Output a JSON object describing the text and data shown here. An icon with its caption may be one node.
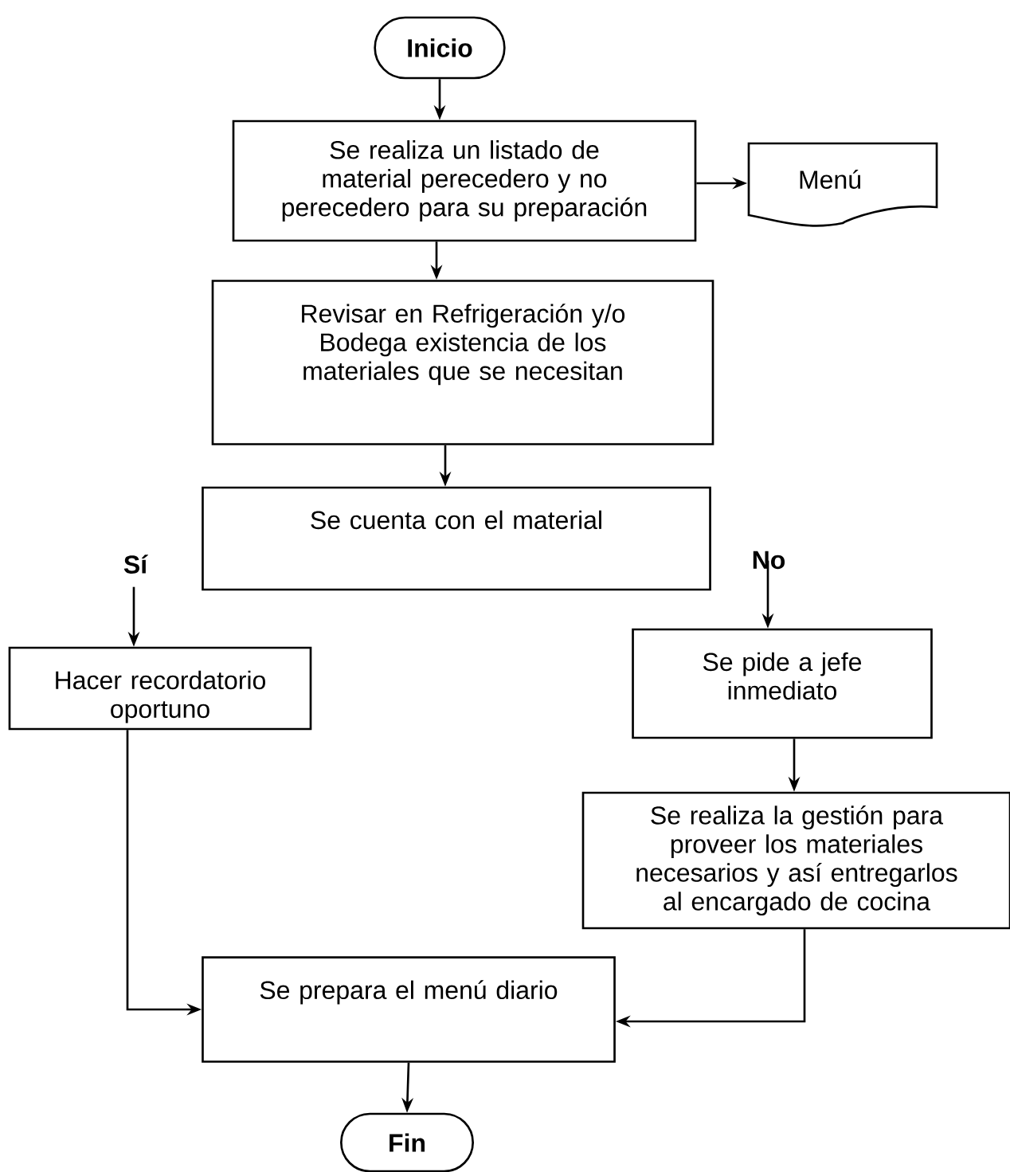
{
  "diagram": {
    "nodes": [
      {
        "text": [
          "Inicio"
        ]
      },
      {
        "text": [
          "Se realiza un listado de material perecedero y no perecedero para su preparación"
        ]
      },
      {
        "text": [
          "Menú"
        ]
      },
      {
        "text": [
          "Revisar en Refrigeración y/o Bodega existencia de los materiales que se necesitan"
        ]
      },
      {
        "text": [
          "Se cuenta con el material"
        ]
      },
      {
        "text": [
          "Hacer recordatorio oportuno"
        ]
      },
      {
        "text": [
          "Se pide a jefe inmediato"
        ]
      },
      {
        "text": [
          "Se realiza la gestión para proveer los materiales necesarios y así entregarlos al encargado de cocina"
        ]
      },
      {
        "text": [
          "Se prepara el menú diario"
        ]
      },
      {
        "text": [
          "Fin"
        ]
      }
    ],
    "edges": [
      {
        "from": 0,
        "to": 1,
        "arrow": "to"
      },
      {
        "from": 1,
        "to": 2,
        "arrow": "to"
      },
      {
        "from": 1,
        "to": 3,
        "arrow": "to"
      },
      {
        "from": 3,
        "to": 4,
        "arrow": "to"
      },
      {
        "from": null,
        "to": 5,
        "arrow": "to",
        "label": "Sí"
      },
      {
        "from": null,
        "to": 6,
        "arrow": "to",
        "label": "No"
      },
      {
        "from": 6,
        "to": 7,
        "arrow": "to"
      },
      {
        "from": 5,
        "to": 8,
        "arrow": "to"
      },
      {
        "from": 7,
        "to": 8,
        "arrow": "to"
      },
      {
        "from": 8,
        "to": 9,
        "arrow": "to"
      }
    ]
  }
}
